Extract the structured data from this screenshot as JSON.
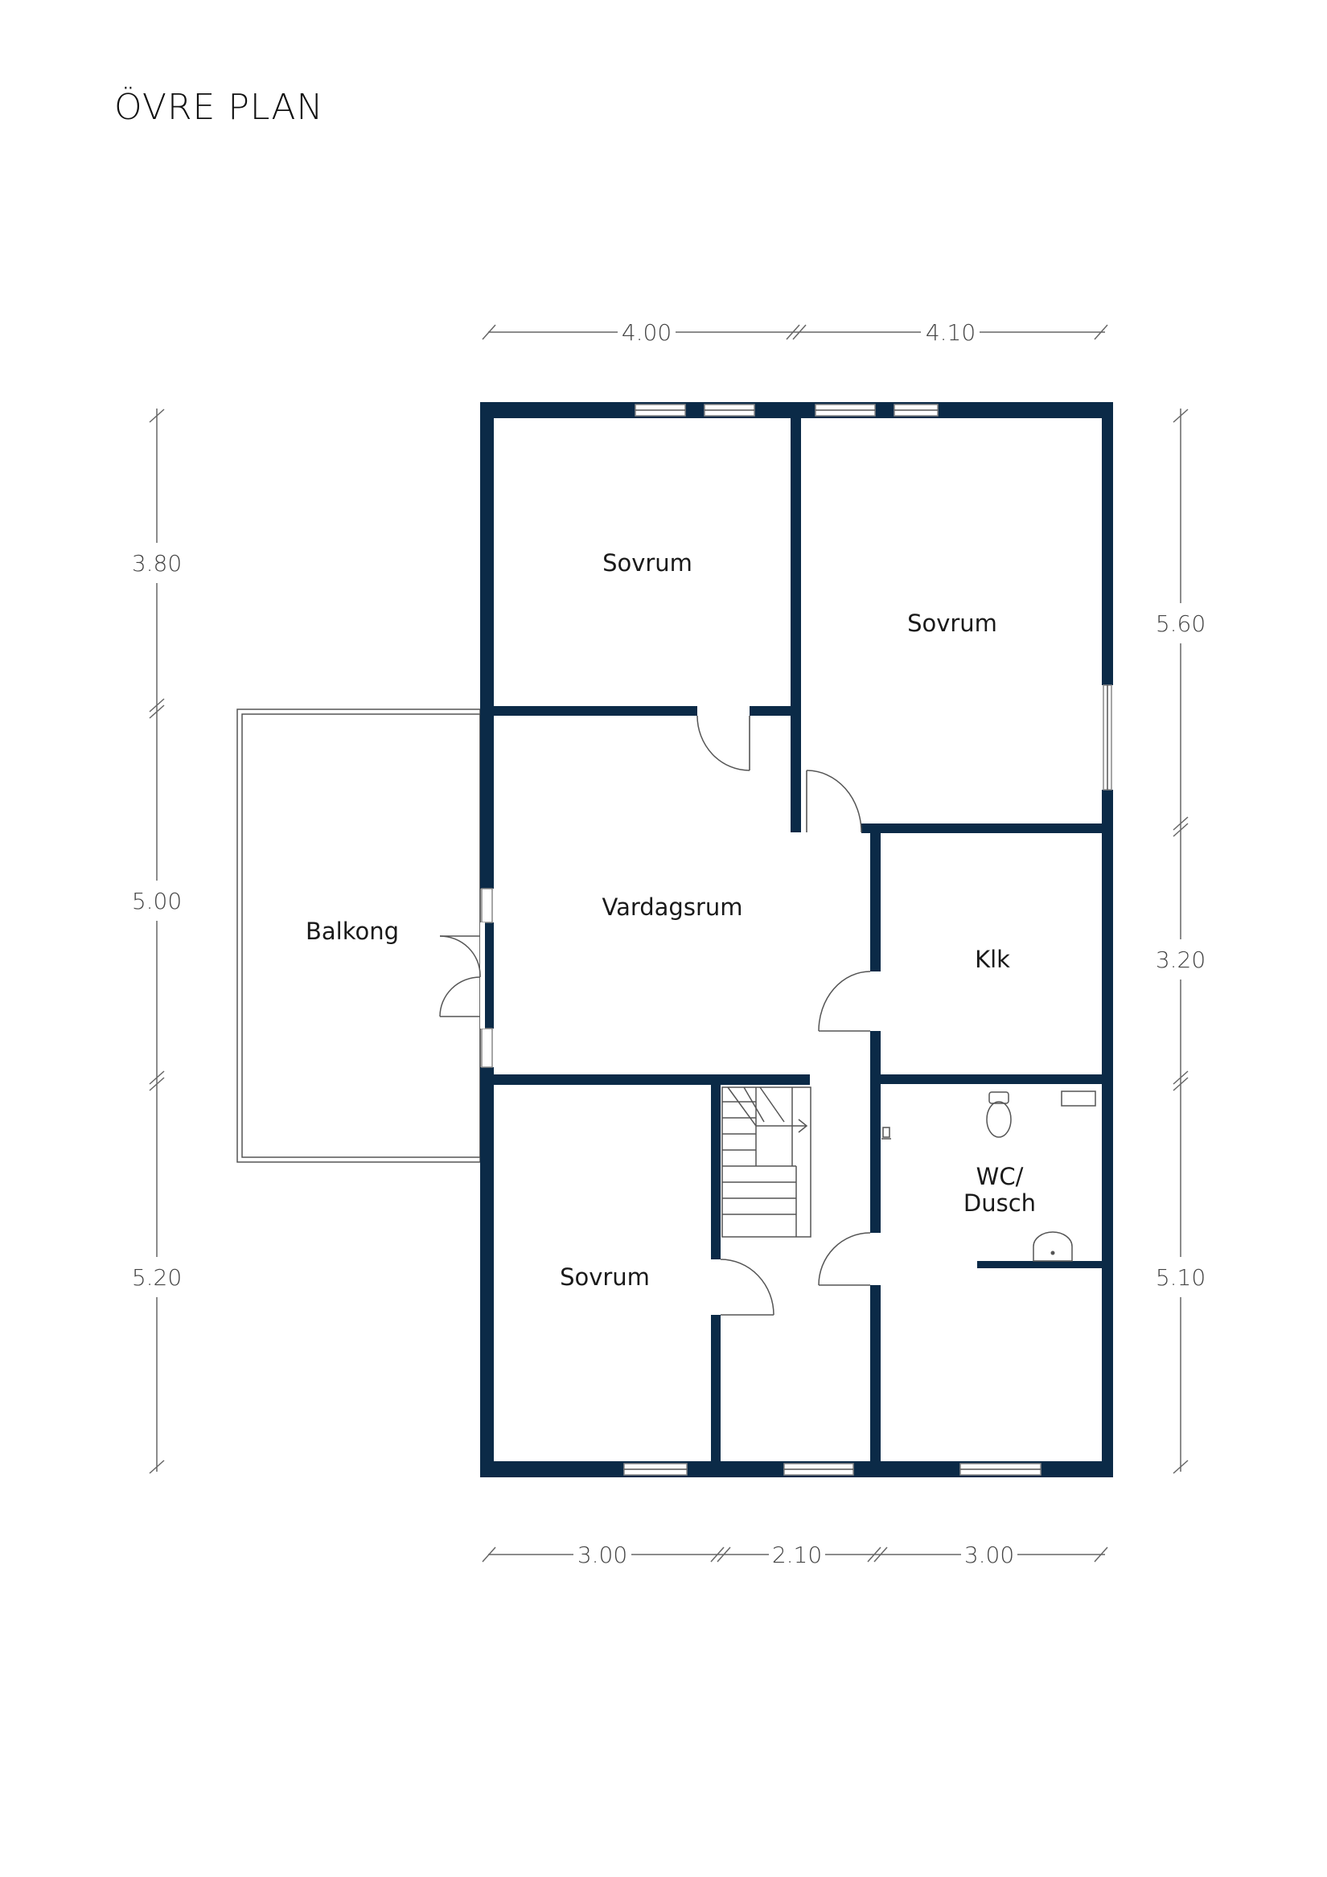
{
  "title": "ÖVRE PLAN",
  "rooms": {
    "sovrum_top_left": "Sovrum",
    "sovrum_top_right": "Sovrum",
    "vardagsrum": "Vardagsrum",
    "balkong": "Balkong",
    "klk": "Klk",
    "wc_line1": "WC/",
    "wc_line2": "Dusch",
    "sovrum_bottom_left": "Sovrum"
  },
  "dimensions": {
    "top": [
      "4.00",
      "4.10"
    ],
    "bottom": [
      "3.00",
      "2.10",
      "3.00"
    ],
    "left": [
      "3.80",
      "5.00",
      "5.20"
    ],
    "right": [
      "5.60",
      "3.20",
      "5.10"
    ]
  },
  "colors": {
    "wall": "#0b2a47",
    "text": "#1a1a1a",
    "dimension": "#444444"
  }
}
